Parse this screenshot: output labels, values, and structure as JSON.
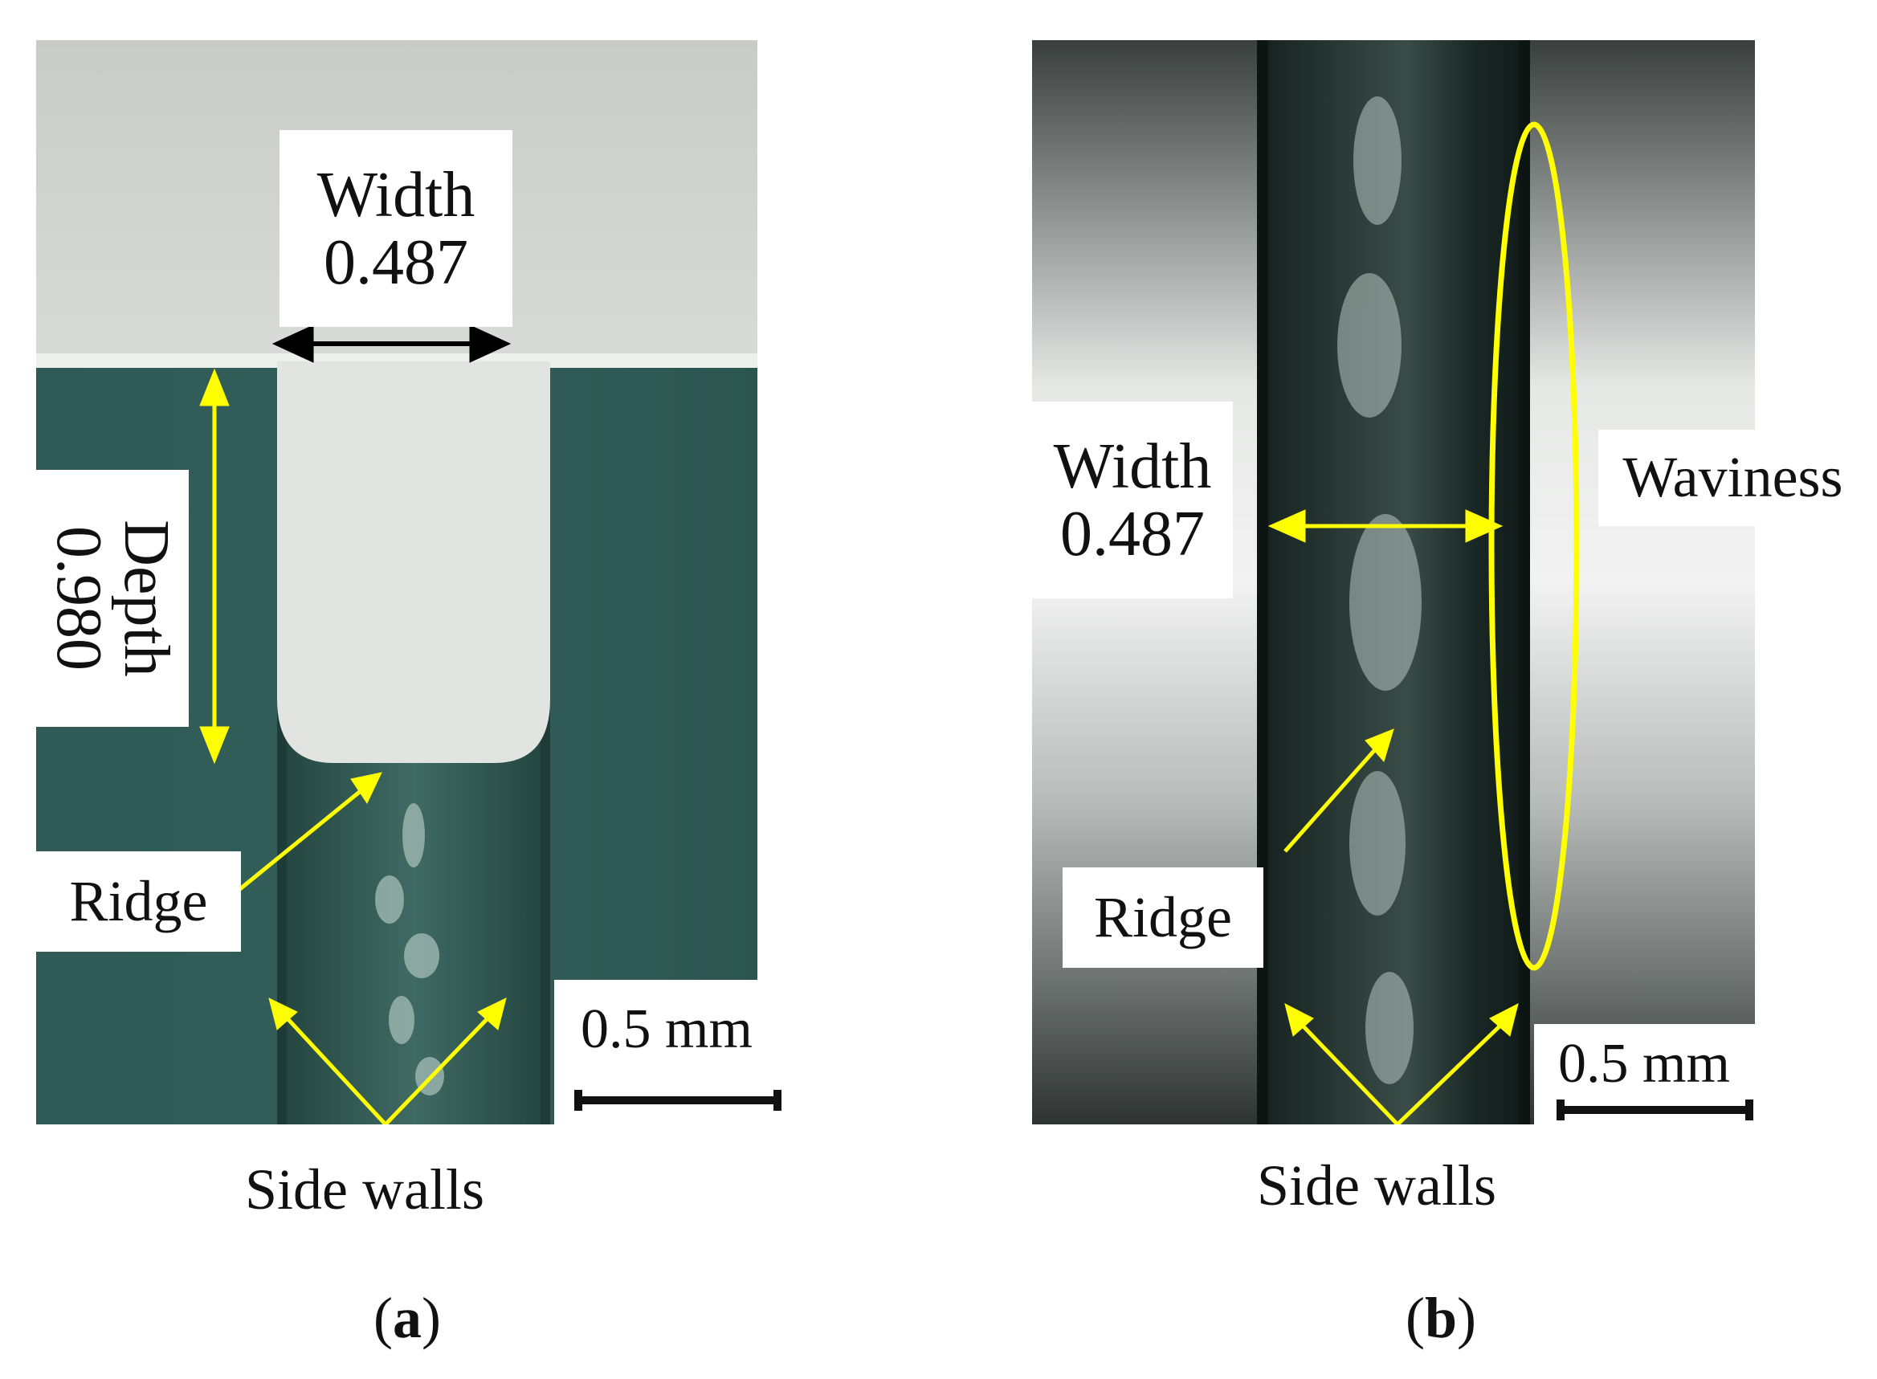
{
  "panel_a": {
    "width_label": "Width",
    "width_value": "0.487",
    "depth_label": "Depth",
    "depth_value": "0.980",
    "ridge_label": "Ridge",
    "scale_label": "0.5 mm",
    "side_walls_label": "Side walls",
    "sublabel_open": "(",
    "sublabel_letter": "a",
    "sublabel_close": ")"
  },
  "panel_b": {
    "width_label": "Width",
    "width_value": "0.487",
    "waviness_label": "Waviness",
    "ridge_label": "Ridge",
    "scale_label": "0.5 mm",
    "side_walls_label": "Side walls",
    "sublabel_open": "(",
    "sublabel_letter": "b",
    "sublabel_close": ")"
  },
  "colors": {
    "annotation_yellow": "#ffff00",
    "width_arrow_a": "#000000",
    "substrate_green": "#2f5a55",
    "coating_gray": "#d6d8d6"
  }
}
